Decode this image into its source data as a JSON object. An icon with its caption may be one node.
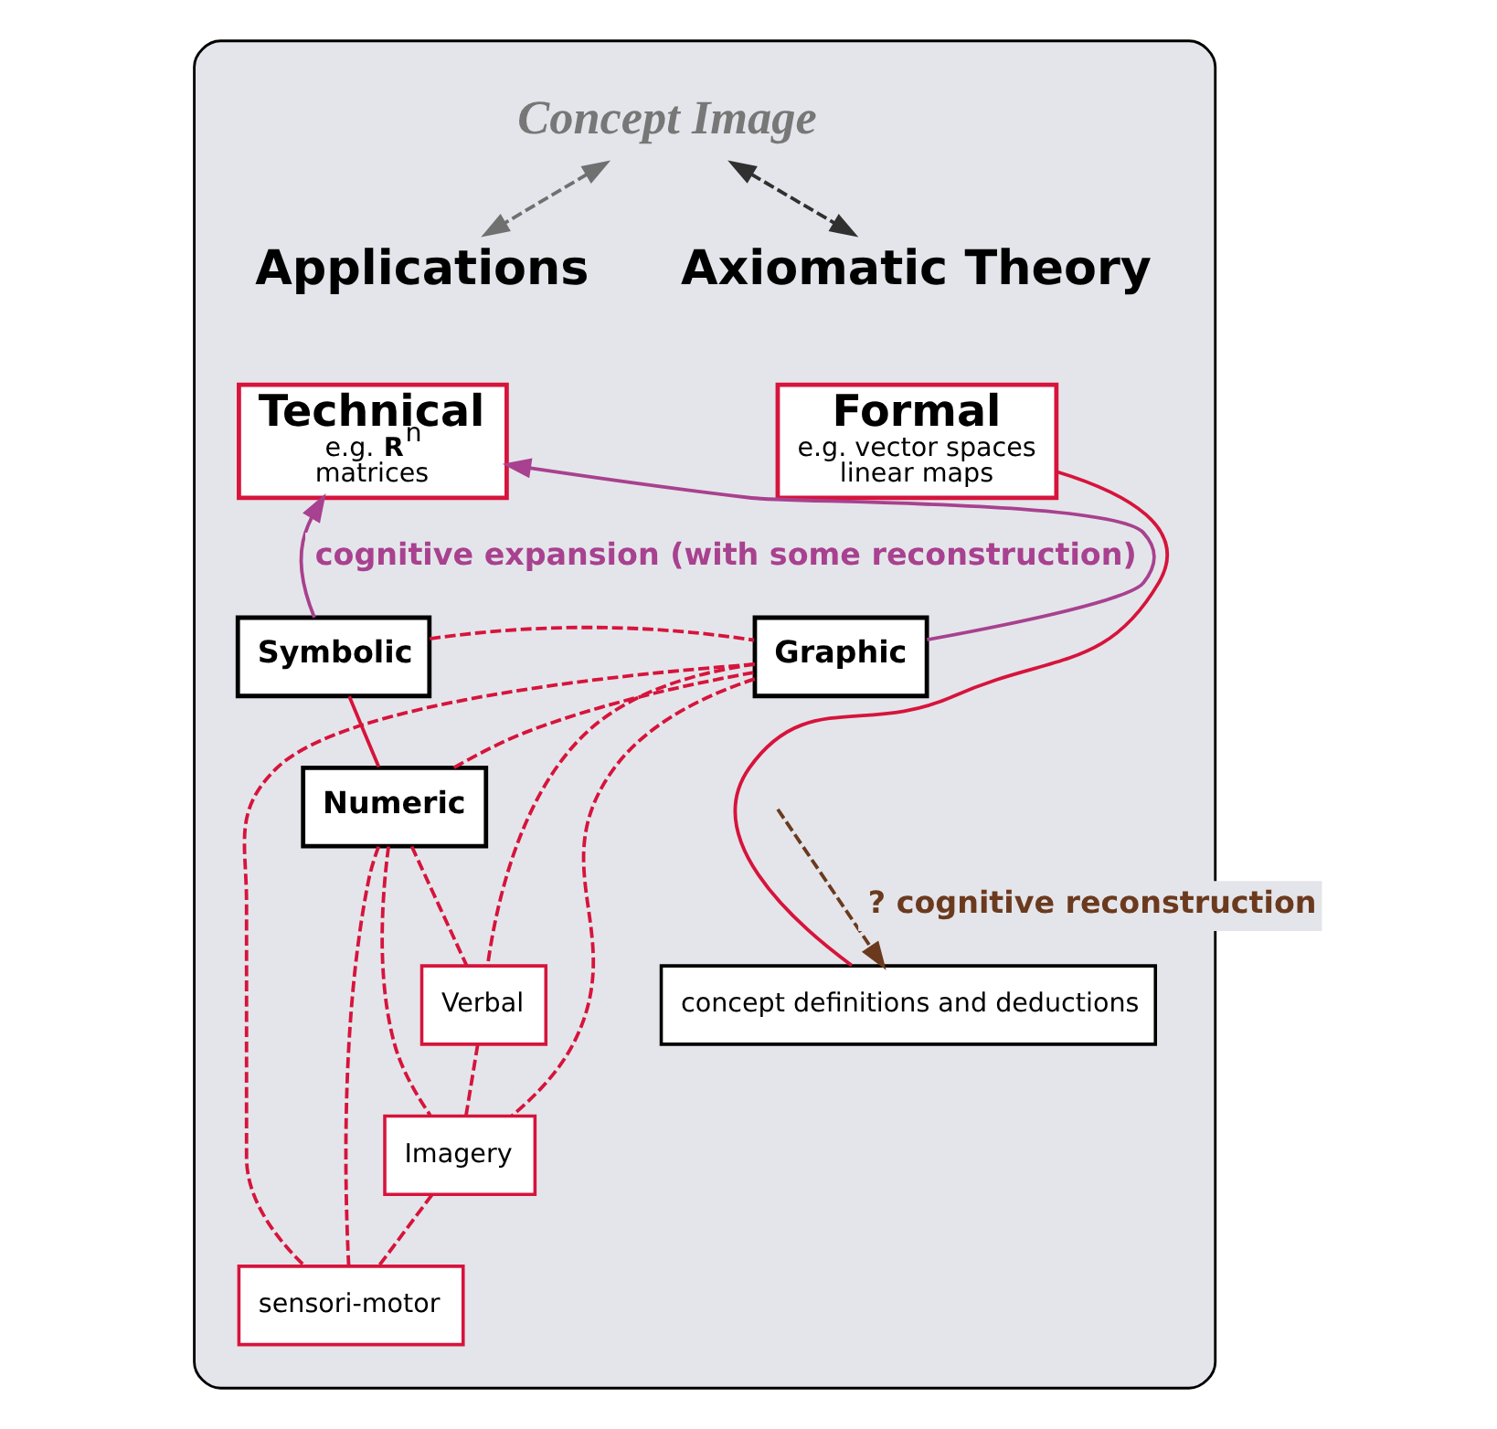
{
  "diagram": {
    "nodes": [
      {
        "text": [],
        "shape": "cloud"
      },
      {
        "text": [
          "Concept Image"
        ],
        "in": 0
      },
      {
        "text": [
          "Applications"
        ],
        "in": 0
      },
      {
        "text": [
          "Axiomatic Theory"
        ],
        "in": 0
      },
      {
        "text": [
          "Technical",
          "e.g. **R**$^{n}$ matrices"
        ],
        "in": 0
      },
      {
        "text": [
          "Formal",
          "e.g. vector spaces linear maps"
        ],
        "in": 0
      },
      {
        "text": [
          "concept definitions and deductions"
        ],
        "in": 0
      },
      {
        "text": [
          "Symbolic"
        ],
        "in": 0
      },
      {
        "text": [
          "Graphic"
        ],
        "in": 0
      },
      {
        "text": [
          "Numeric"
        ],
        "in": 0
      },
      {
        "text": [
          "Verbal"
        ],
        "in": 0
      },
      {
        "text": [
          "Imagery"
        ],
        "in": 0
      },
      {
        "text": [
          "sensori-motor"
        ],
        "in": 0
      }
    ],
    "edges": [
      {
        "from": 1,
        "to": 2,
        "arrow": "both",
        "style": "dashed",
        "color": "#707070"
      },
      {
        "from": 1,
        "to": 3,
        "arrow": "both",
        "style": "dashed",
        "color": "#303030"
      },
      {
        "from": 5,
        "to": 6,
        "arrow": "none"
      },
      {
        "from": 7,
        "to": 4,
        "arrow": "to",
        "color": "#a8418f",
        "label": "cognitive expansion (with some reconstruction)"
      },
      {
        "from": 8,
        "to": 4,
        "arrow": "to",
        "color": "#a8418f"
      },
      {
        "from": null,
        "to": 6,
        "arrow": "to",
        "style": "dashed",
        "color": "#6b3a1e",
        "label": "? cognitive reconstruction"
      },
      {
        "from": 7,
        "to": 9,
        "arrow": "none"
      },
      {
        "from": 7,
        "to": 8,
        "arrow": "none",
        "style": "dashed"
      },
      {
        "from": 9,
        "to": 8,
        "arrow": "none",
        "style": "dashed"
      },
      {
        "from": 9,
        "to": 10,
        "arrow": "none",
        "style": "dashed"
      },
      {
        "from": 9,
        "to": 11,
        "arrow": "none",
        "style": "dashed"
      },
      {
        "from": 9,
        "to": 12,
        "arrow": "none",
        "style": "dashed"
      },
      {
        "from": 8,
        "to": 10,
        "arrow": "none",
        "style": "dashed"
      },
      {
        "from": 8,
        "to": 11,
        "arrow": "none",
        "style": "dashed"
      },
      {
        "from": 8,
        "to": 12,
        "arrow": "none",
        "style": "dashed"
      },
      {
        "from": 10,
        "to": 11,
        "arrow": "none",
        "style": "dashed"
      },
      {
        "from": 11,
        "to": 12,
        "arrow": "none",
        "style": "dashed"
      }
    ]
  }
}
